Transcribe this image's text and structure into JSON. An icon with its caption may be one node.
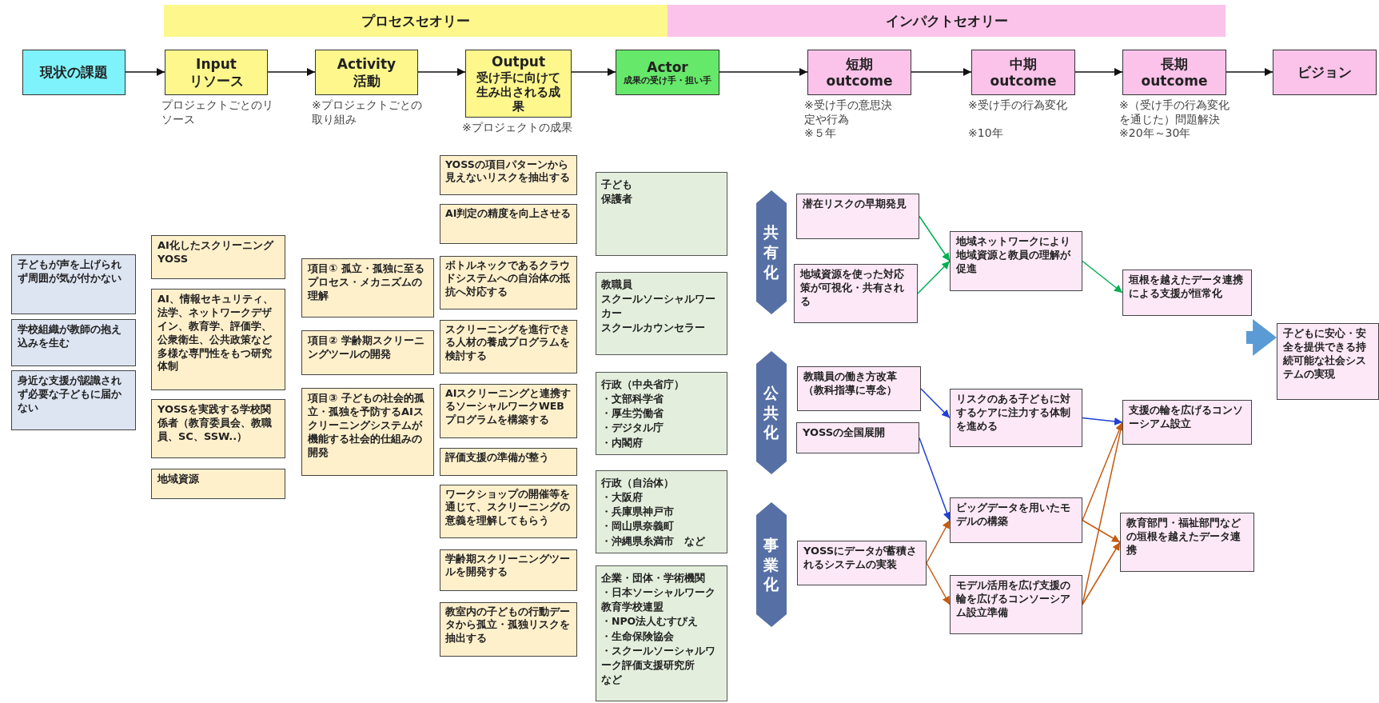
{
  "diagram": {
    "nodes": [
      {
        "text": [
          "プロセスセオリー"
        ]
      },
      {
        "text": [
          "インパクトセオリー"
        ]
      },
      {
        "text": [
          "現状の課題"
        ]
      },
      {
        "text": [
          "Input",
          "リソース"
        ],
        "beside": [
          "プロジェクトごとのリソース"
        ]
      },
      {
        "text": [
          "Activity",
          "活動"
        ],
        "beside": [
          "※プロジェクトごとの取り組み"
        ]
      },
      {
        "text": [
          "Output",
          "受け手に向けて生み出される成果"
        ],
        "beside": [
          "※プロジェクトの成果"
        ]
      },
      {
        "text": [
          "Actor",
          "成果の受け手・担い手"
        ]
      },
      {
        "text": [
          "短期",
          "outcome"
        ],
        "beside": [
          "※受け手の意思決定や行為",
          "※５年"
        ]
      },
      {
        "text": [
          "中期",
          "outcome"
        ],
        "beside": [
          "※受け手の行為変化",
          "※10年"
        ]
      },
      {
        "text": [
          "長期",
          "outcome"
        ],
        "beside": [
          "※（受け手の行為変化を通じた）問題解決",
          "※20年～30年"
        ]
      },
      {
        "text": [
          "ビジョン"
        ]
      },
      {
        "text": [
          "子どもが声を上げられず周囲が気が付かない"
        ]
      },
      {
        "text": [
          "学校組織が教師の抱え込みを生む"
        ]
      },
      {
        "text": [
          "身近な支援が認識されず必要な子どもに届かない"
        ]
      },
      {
        "text": [
          "AI化したスクリーニングYOSS"
        ]
      },
      {
        "text": [
          "AI、情報セキュリティ、法学、ネットワークデザイン、教育学、評価学、公衆衛生、公共政策など多様な専門性をもつ研究体制"
        ]
      },
      {
        "text": [
          "YOSSを実践する学校関係者（教育委員会、教職員、SC、SSW..）"
        ]
      },
      {
        "text": [
          "地域資源"
        ]
      },
      {
        "text": [
          "項目① 孤立・孤独に至るプロセス・メカニズムの理解"
        ]
      },
      {
        "text": [
          "項目② 学齢期スクリーニングツールの開発"
        ]
      },
      {
        "text": [
          "項目③ 子どもの社会的孤立・孤独を予防するAIスクリーニングシステムが機能する社会的仕組みの開発"
        ]
      },
      {
        "text": [
          "YOSSの項目パターンから見えないリスクを抽出する"
        ]
      },
      {
        "text": [
          "AI判定の精度を向上させる"
        ]
      },
      {
        "text": [
          "ボトルネックであるクラウドシステムへの自治体の抵抗へ対応する"
        ]
      },
      {
        "text": [
          "スクリーニングを進行できる人材の養成プログラムを検討する"
        ]
      },
      {
        "text": [
          "AIスクリーニングと連携するソーシャルワークWEBプログラムを構築する"
        ]
      },
      {
        "text": [
          "評価支援の準備が整う"
        ]
      },
      {
        "text": [
          "ワークショップの開催等を通じて、スクリーニングの意義を理解してもらう"
        ]
      },
      {
        "text": [
          "学齢期スクリーニングツールを開発する"
        ]
      },
      {
        "text": [
          "教室内の子どもの行動データから孤立・孤独リスクを抽出する"
        ]
      },
      {
        "text": [
          "子ども",
          "保護者"
        ]
      },
      {
        "text": [
          "教職員",
          "スクールソーシャルワーカー",
          "スクールカウンセラー"
        ]
      },
      {
        "text": [
          "行政（中央省庁）",
          "・文部科学省",
          "・厚生労働省",
          "・デジタル庁",
          "・内閣府"
        ]
      },
      {
        "text": [
          "行政（自治体）",
          "・大阪府",
          "・兵庫県神戸市",
          "・岡山県奈義町",
          "・沖縄県糸満市　など"
        ]
      },
      {
        "text": [
          "企業・団体・学術機関",
          "・日本ソーシャルワーク教育学校連盟",
          "・NPO法人むすびえ",
          "・生命保険協会",
          "・スクールソーシャルワーク評価支援研究所",
          "など"
        ]
      },
      {
        "text": [
          "共有化"
        ]
      },
      {
        "text": [
          "公共化"
        ]
      },
      {
        "text": [
          "事業化"
        ]
      },
      {
        "text": [
          "潜在リスクの早期発見"
        ]
      },
      {
        "text": [
          "地域資源を使った対応策が可視化・共有される"
        ]
      },
      {
        "text": [
          "教職員の働き方改革（教科指導に専念）"
        ]
      },
      {
        "text": [
          "YOSSの全国展開"
        ]
      },
      {
        "text": [
          "YOSSにデータが蓄積されるシステムの実装"
        ]
      },
      {
        "text": [
          "地域ネットワークにより地域資源と教員の理解が促進"
        ]
      },
      {
        "text": [
          "リスクのある子どもに対するケアに注力する体制を進める"
        ]
      },
      {
        "text": [
          "ビッグデータを用いたモデルの構築"
        ]
      },
      {
        "text": [
          "モデル活用を広げ支援の輪を広げるコンソーシアム設立準備"
        ]
      },
      {
        "text": [
          "垣根を越えたデータ連携による支援が恒常化"
        ]
      },
      {
        "text": [
          "支援の輪を広げるコンソーシアム設立"
        ]
      },
      {
        "text": [
          "教育部門・福祉部門などの垣根を越えたデータ連携"
        ]
      },
      {
        "text": [
          "子どもに安心・安全を提供できる持続可能な社会システムの実現"
        ]
      }
    ],
    "edges": [
      {
        "from": 2,
        "to": 3,
        "arrow": "to"
      },
      {
        "from": 3,
        "to": 4,
        "arrow": "to"
      },
      {
        "from": 4,
        "to": 5,
        "arrow": "to"
      },
      {
        "from": 5,
        "to": 6,
        "arrow": "to"
      },
      {
        "from": 6,
        "to": 7,
        "arrow": "to"
      },
      {
        "from": 7,
        "to": 8,
        "arrow": "to"
      },
      {
        "from": 8,
        "to": 9,
        "arrow": "to"
      },
      {
        "from": 9,
        "to": 10,
        "arrow": "to"
      },
      {
        "from": 38,
        "to": 43,
        "arrow": "to",
        "color": "#00b050"
      },
      {
        "from": 39,
        "to": 43,
        "arrow": "to",
        "color": "#00b050"
      },
      {
        "from": 43,
        "to": 47,
        "arrow": "to",
        "color": "#00b050"
      },
      {
        "from": 40,
        "to": 44,
        "arrow": "to",
        "color": "#1f3fd6"
      },
      {
        "from": 44,
        "to": 48,
        "arrow": "to",
        "color": "#1f3fd6"
      },
      {
        "from": 41,
        "to": 45,
        "arrow": "to",
        "color": "#1f3fd6"
      },
      {
        "from": 42,
        "to": 45,
        "arrow": "to",
        "color": "#c55a11"
      },
      {
        "from": 42,
        "to": 46,
        "arrow": "to",
        "color": "#c55a11"
      },
      {
        "from": 45,
        "to": 48,
        "arrow": "to",
        "color": "#c55a11"
      },
      {
        "from": 45,
        "to": 49,
        "arrow": "to",
        "color": "#c55a11"
      },
      {
        "from": 46,
        "to": 48,
        "arrow": "to",
        "color": "#c55a11"
      },
      {
        "from": 46,
        "to": 49,
        "arrow": "to",
        "color": "#c55a11"
      },
      {
        "from": null,
        "to": 50,
        "arrow": "to",
        "style": "thick",
        "color": "#5b9bd5"
      }
    ]
  }
}
